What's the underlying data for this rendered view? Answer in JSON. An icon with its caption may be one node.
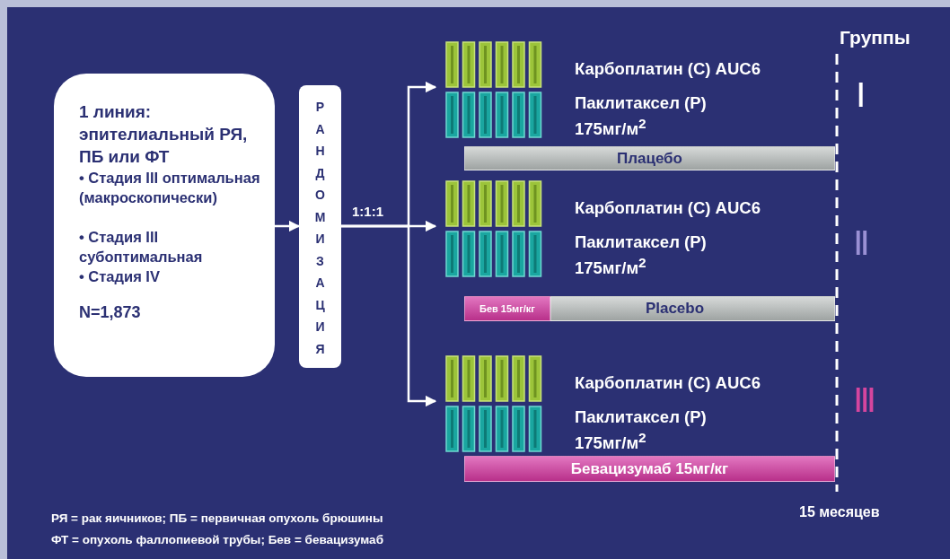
{
  "diagram": {
    "nodes": [
      {
        "text": [
          "1 линия: эпителиальный РЯ, ПБ или ФТ",
          "• Стадия III оптимальная (макроскопически)",
          "• Стадия III субоптимальная",
          "• Стадия IV",
          "N=1,873"
        ]
      },
      {
        "text": [
          "РАНДОМИЗАЦИЯ"
        ]
      },
      {
        "text": [
          "Карбоплатин (С) AUC6",
          "Паклитаксел (Р) 175мг/м$^{2}$"
        ]
      },
      {
        "text": [
          "Плацебо"
        ]
      },
      {
        "text": [
          "Карбоплатин (С) AUC6",
          "Паклитаксел (Р) 175мг/м$^{2}$"
        ]
      },
      {
        "text": [
          "Бев 15мг/кг"
        ]
      },
      {
        "text": [
          "Placebo"
        ]
      },
      {
        "text": [
          "Карбоплатин (С) AUC6",
          "Паклитаксел (Р) 175мг/м$^{2}$"
        ]
      },
      {
        "text": [
          "Бевацизумаб 15мг/кг"
        ]
      }
    ],
    "edges": [
      {
        "from": 0,
        "to": 1,
        "arrow": "to"
      },
      {
        "from": 1,
        "to": 2,
        "arrow": "to"
      },
      {
        "from": 1,
        "to": 4,
        "arrow": "to",
        "label": "1:1:1"
      },
      {
        "from": 1,
        "to": 7,
        "arrow": "to"
      }
    ],
    "labels": [
      "Группы",
      "I",
      "II",
      "III",
      "15 месяцев",
      "РЯ = рак яичников; ПБ = первичная опухоль брюшины",
      "ФТ = опухоль фаллопиевой трубы; Бев = бевацизумаб"
    ]
  }
}
